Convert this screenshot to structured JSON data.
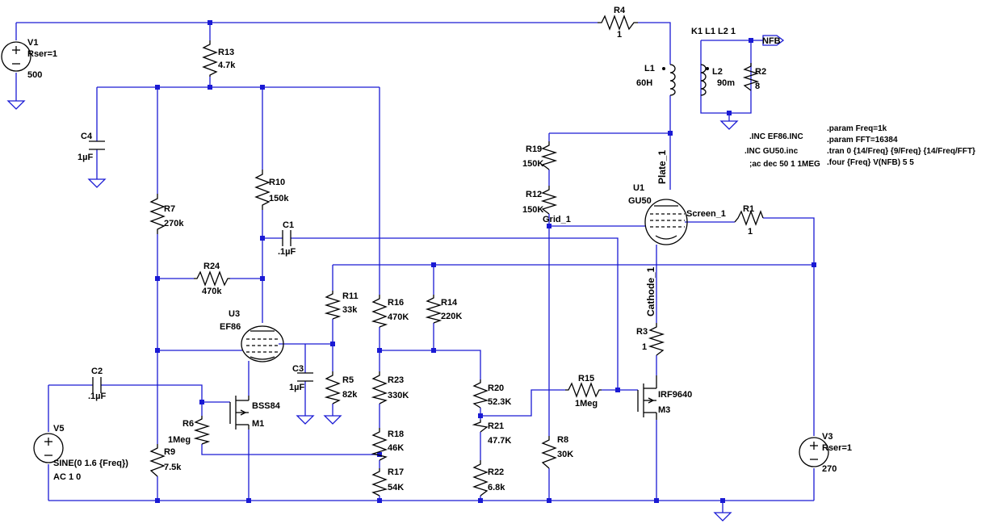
{
  "components": {
    "V1": {
      "name": "V1",
      "param": "Rser=1",
      "value": "500"
    },
    "V3": {
      "name": "V3",
      "param": "Rser=1",
      "value": "270"
    },
    "V5": {
      "name": "V5",
      "value": "SINE(0 1.6 {Freq})",
      "ac": "AC 1 0"
    },
    "R1": {
      "name": "R1",
      "value": "1"
    },
    "R2": {
      "name": "R2",
      "value": "8"
    },
    "R3": {
      "name": "R3",
      "value": "1"
    },
    "R4": {
      "name": "R4",
      "value": "1"
    },
    "R5": {
      "name": "R5",
      "value": "82k"
    },
    "R6": {
      "name": "R6",
      "value": "1Meg"
    },
    "R7": {
      "name": "R7",
      "value": "270k"
    },
    "R8": {
      "name": "R8",
      "value": "30K"
    },
    "R9": {
      "name": "R9",
      "value": "7.5k"
    },
    "R10": {
      "name": "R10",
      "value": "150k"
    },
    "R11": {
      "name": "R11",
      "value": "33k"
    },
    "R12": {
      "name": "R12",
      "value": "150K"
    },
    "R13": {
      "name": "R13",
      "value": "4.7k"
    },
    "R14": {
      "name": "R14",
      "value": "220K"
    },
    "R15": {
      "name": "R15",
      "value": "1Meg"
    },
    "R16": {
      "name": "R16",
      "value": "470K"
    },
    "R17": {
      "name": "R17",
      "value": "54K"
    },
    "R18": {
      "name": "R18",
      "value": "46K"
    },
    "R19": {
      "name": "R19",
      "value": "150K"
    },
    "R20": {
      "name": "R20",
      "value": "52.3K"
    },
    "R21": {
      "name": "R21",
      "value": "47.7K"
    },
    "R22": {
      "name": "R22",
      "value": "6.8k"
    },
    "R23": {
      "name": "R23",
      "value": "330K"
    },
    "R24": {
      "name": "R24",
      "value": "470k"
    },
    "C1": {
      "name": "C1",
      "value": ".1µF"
    },
    "C2": {
      "name": "C2",
      "value": ".1µF"
    },
    "C3": {
      "name": "C3",
      "value": "1µF"
    },
    "C4": {
      "name": "C4",
      "value": "1µF"
    },
    "L1": {
      "name": "L1",
      "value": "60H"
    },
    "L2": {
      "name": "L2",
      "value": "90m"
    },
    "U1": {
      "name": "U1",
      "value": "GU50"
    },
    "U3": {
      "name": "U3",
      "value": "EF86"
    },
    "M1": {
      "name": "M1",
      "value": "BSS84"
    },
    "M3": {
      "name": "M3",
      "value": "IRF9640"
    }
  },
  "coupling": "K1 L1 L2  1",
  "nets": {
    "nfb": "NFB",
    "plate": "Plate_1",
    "screen": "Screen_1",
    "grid": "Grid_1",
    "cathode": "Cathode_1"
  },
  "directives": {
    "inc1": ".INC EF86.INC",
    "inc2": ".INC GU50.inc",
    "ac": ";ac dec 50 1 1MEG",
    "param1": ".param Freq=1k",
    "param2": ".param FFT=16384",
    "tran": ".tran 0 {14/Freq} {9/Freq} {14/Freq/FFT}",
    "four": ".four {Freq} V(NFB) 5 5"
  },
  "colors": {
    "wire": "#1a1ad4",
    "component": "#000000",
    "background": "#ffffff"
  }
}
